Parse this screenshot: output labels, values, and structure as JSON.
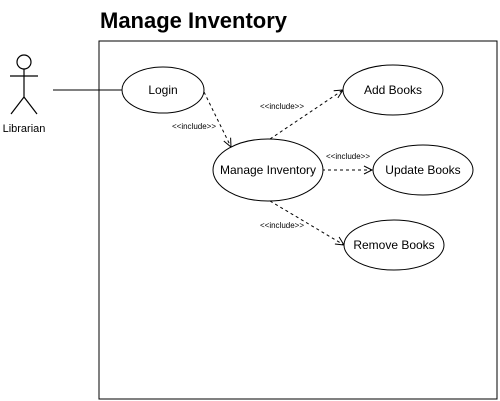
{
  "title": "Manage Inventory",
  "actor": {
    "name": "Librarian"
  },
  "use_cases": {
    "login": "Login",
    "manage_inventory": "Manage Inventory",
    "add_books": "Add Books",
    "update_books": "Update Books",
    "remove_books": "Remove Books"
  },
  "relations": {
    "login_to_manage": "<<include>>",
    "manage_to_add": "<<include>>",
    "manage_to_update": "<<include>>",
    "manage_to_remove": "<<include>>"
  }
}
